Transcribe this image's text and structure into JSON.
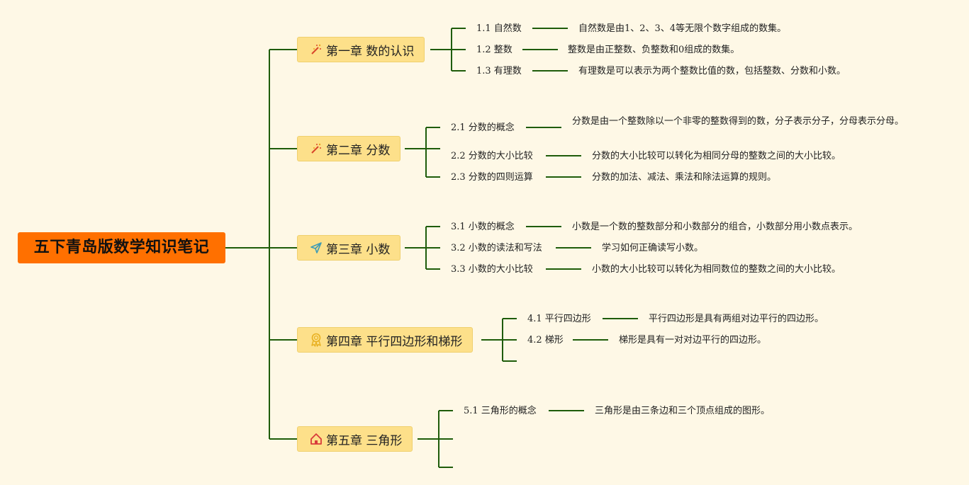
{
  "root": {
    "title": "五下青岛版数学知识笔记",
    "color": "#ff7000"
  },
  "line_color": "#1e5c0a",
  "chapters": [
    {
      "title": "第一章 数的认识",
      "icon": "magic-wand-icon",
      "topics": [
        {
          "label": "1.1 自然数",
          "desc": "自然数是由1、2、3、4等无限个数字组成的数集。"
        },
        {
          "label": "1.2 整数",
          "desc": "整数是由正整数、负整数和0组成的数集。"
        },
        {
          "label": "1.3 有理数",
          "desc": "有理数是可以表示为两个整数比值的数，包括整数、分数和小数。"
        }
      ]
    },
    {
      "title": "第二章 分数",
      "icon": "magic-wand-icon",
      "topics": [
        {
          "label": "2.1 分数的概念",
          "desc": "分数是由一个整数除以一个非零的整数得到的数，分子表示分子，分母表示分母。"
        },
        {
          "label": "2.2 分数的大小比较",
          "desc": "分数的大小比较可以转化为相同分母的整数之间的大小比较。"
        },
        {
          "label": "2.3 分数的四则运算",
          "desc": "分数的加法、减法、乘法和除法运算的规则。"
        }
      ]
    },
    {
      "title": "第三章 小数",
      "icon": "paper-plane-icon",
      "topics": [
        {
          "label": "3.1 小数的概念",
          "desc": "小数是一个数的整数部分和小数部分的组合，小数部分用小数点表示。"
        },
        {
          "label": "3.2 小数的读法和写法",
          "desc": "学习如何正确读写小数。"
        },
        {
          "label": "3.3 小数的大小比较",
          "desc": "小数的大小比较可以转化为相同数位的整数之间的大小比较。"
        }
      ]
    },
    {
      "title": "第四章 平行四边形和梯形",
      "icon": "award-medal-icon",
      "topics": [
        {
          "label": "4.1 平行四边形",
          "desc": "平行四边形是具有两组对边平行的四边形。"
        },
        {
          "label": "4.2 梯形",
          "desc": "梯形是具有一对对边平行的四边形。"
        }
      ]
    },
    {
      "title": "第五章 三角形",
      "icon": "home-icon",
      "topics": [
        {
          "label": "5.1 三角形的概念",
          "desc": "三角形是由三条边和三个顶点组成的图形。"
        }
      ]
    }
  ]
}
